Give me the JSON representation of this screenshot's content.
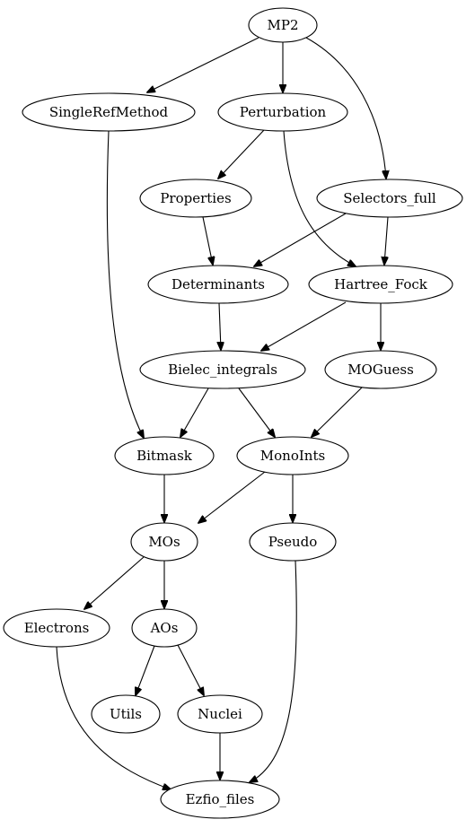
{
  "graph": {
    "highlight_color": "#e00000",
    "nodes": [
      {
        "id": "mp2",
        "label": "MP2",
        "highlight": true
      },
      {
        "id": "singlerefmethod",
        "label": "SingleRefMethod"
      },
      {
        "id": "perturbation",
        "label": "Perturbation"
      },
      {
        "id": "properties",
        "label": "Properties"
      },
      {
        "id": "selectors_full",
        "label": "Selectors_full"
      },
      {
        "id": "determinants",
        "label": "Determinants"
      },
      {
        "id": "hartree_fock",
        "label": "Hartree_Fock"
      },
      {
        "id": "bielec_integrals",
        "label": "Bielec_integrals"
      },
      {
        "id": "moguess",
        "label": "MOGuess"
      },
      {
        "id": "bitmask",
        "label": "Bitmask"
      },
      {
        "id": "monoints",
        "label": "MonoInts"
      },
      {
        "id": "mos",
        "label": "MOs"
      },
      {
        "id": "pseudo",
        "label": "Pseudo"
      },
      {
        "id": "electrons",
        "label": "Electrons"
      },
      {
        "id": "aos",
        "label": "AOs"
      },
      {
        "id": "utils",
        "label": "Utils"
      },
      {
        "id": "nuclei",
        "label": "Nuclei"
      },
      {
        "id": "ezfio_files",
        "label": "Ezfio_files"
      }
    ],
    "edges": [
      {
        "from": "mp2",
        "to": "singlerefmethod"
      },
      {
        "from": "mp2",
        "to": "perturbation"
      },
      {
        "from": "mp2",
        "to": "selectors_full"
      },
      {
        "from": "singlerefmethod",
        "to": "bitmask"
      },
      {
        "from": "perturbation",
        "to": "properties"
      },
      {
        "from": "perturbation",
        "to": "hartree_fock"
      },
      {
        "from": "properties",
        "to": "determinants"
      },
      {
        "from": "selectors_full",
        "to": "determinants"
      },
      {
        "from": "selectors_full",
        "to": "hartree_fock"
      },
      {
        "from": "determinants",
        "to": "bielec_integrals"
      },
      {
        "from": "hartree_fock",
        "to": "bielec_integrals"
      },
      {
        "from": "hartree_fock",
        "to": "moguess"
      },
      {
        "from": "bielec_integrals",
        "to": "bitmask"
      },
      {
        "from": "bielec_integrals",
        "to": "monoints"
      },
      {
        "from": "moguess",
        "to": "monoints"
      },
      {
        "from": "bitmask",
        "to": "mos"
      },
      {
        "from": "monoints",
        "to": "mos"
      },
      {
        "from": "monoints",
        "to": "pseudo"
      },
      {
        "from": "mos",
        "to": "electrons"
      },
      {
        "from": "mos",
        "to": "aos"
      },
      {
        "from": "aos",
        "to": "utils"
      },
      {
        "from": "aos",
        "to": "nuclei"
      },
      {
        "from": "electrons",
        "to": "ezfio_files"
      },
      {
        "from": "nuclei",
        "to": "ezfio_files"
      },
      {
        "from": "pseudo",
        "to": "ezfio_files"
      }
    ]
  }
}
